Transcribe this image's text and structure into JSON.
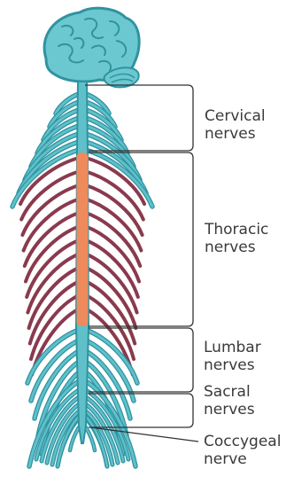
{
  "colors": {
    "nerve_teal": "#5fc0ca",
    "nerve_teal_dark": "#2f93a0",
    "brain_teal": "#6cc8d0",
    "thoracic_red": "#8a3a4e",
    "thoracic_orange": "#ef8a5c",
    "bracket": "#333333",
    "label_text": "#3a3a3a"
  },
  "labels": {
    "cervical": {
      "line1": "Cervical",
      "line2": "nerves"
    },
    "thoracic": {
      "line1": "Thoracic",
      "line2": "nerves"
    },
    "lumbar": {
      "line1": "Lumbar",
      "line2": "nerves"
    },
    "sacral": {
      "line1": "Sacral",
      "line2": "nerves"
    },
    "coccygeal": {
      "line1": "Coccygeal",
      "line2": "nerve"
    }
  },
  "icons": [
    "brain-icon",
    "spinal-cord-icon"
  ]
}
